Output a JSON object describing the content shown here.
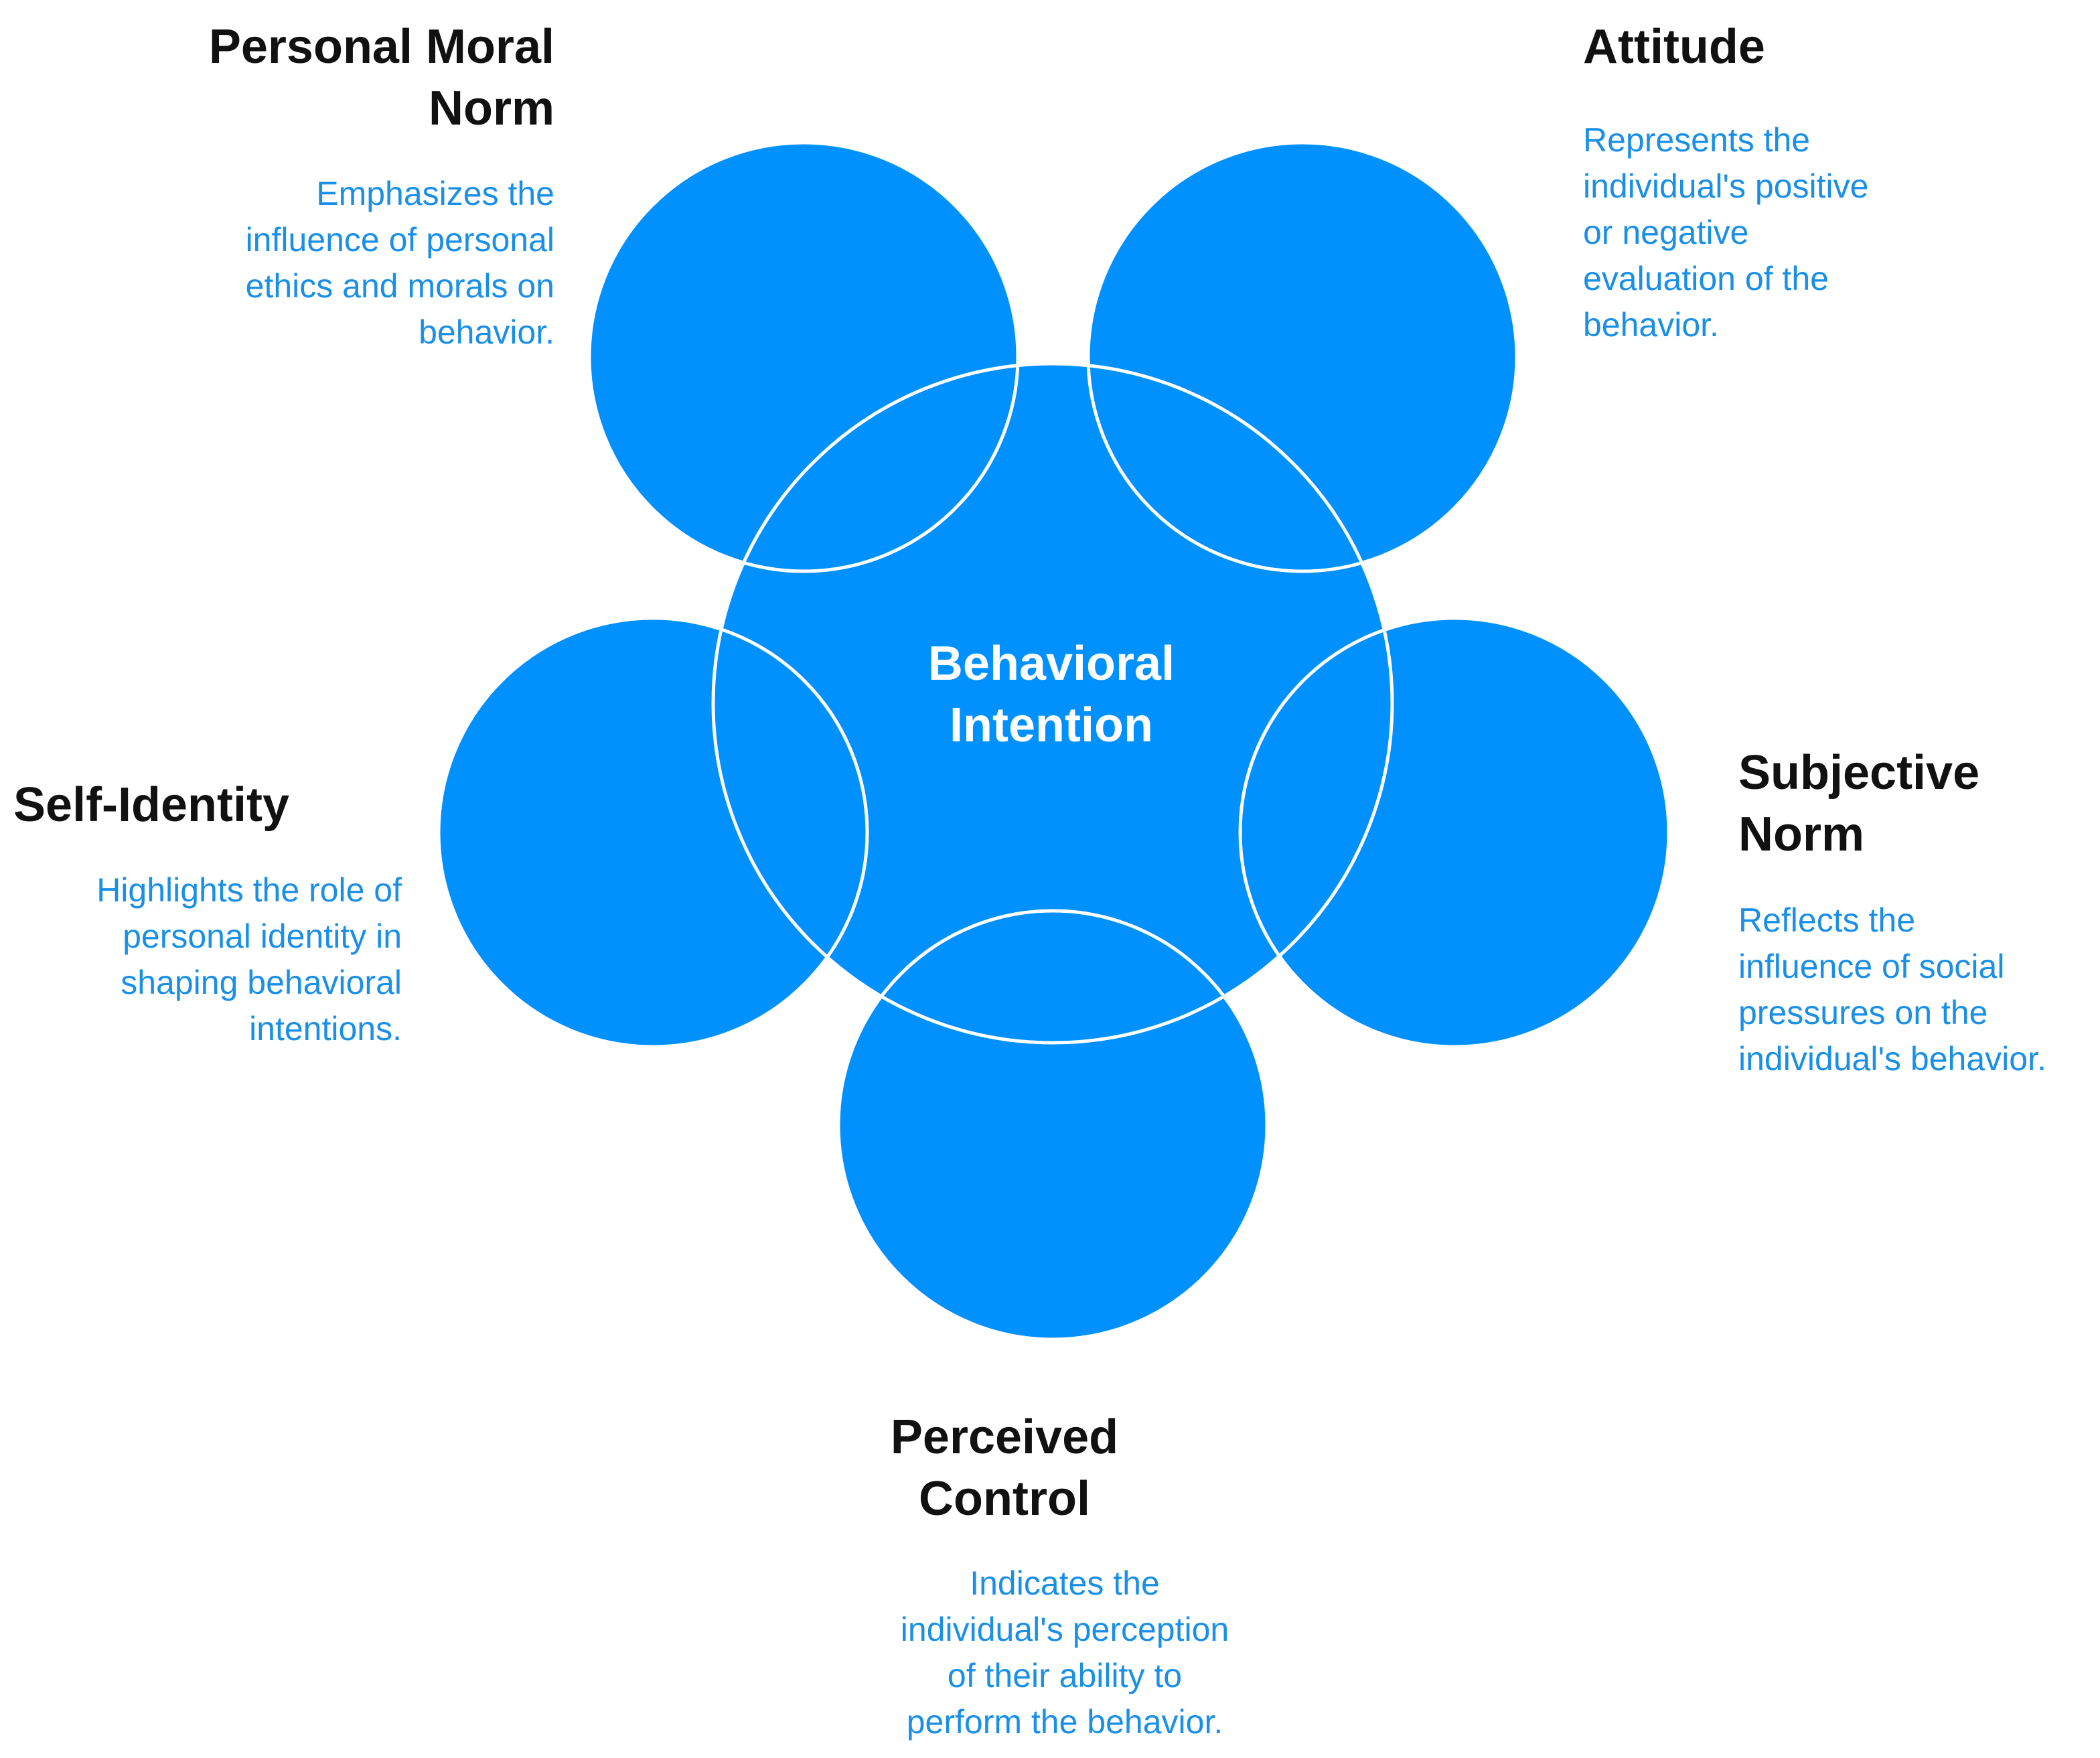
{
  "colors": {
    "circle_fill": "#0091ff",
    "circle_stroke": "#ffffff",
    "title_text": "#111111",
    "description_text": "#1a8fe8",
    "center_text": "#ffffff"
  },
  "center": {
    "label": "Behavioral\nIntention"
  },
  "factors": {
    "personal_moral_norm": {
      "title": "Personal Moral\nNorm",
      "description": "Emphasizes the\ninfluence of personal\nethics and morals on\nbehavior."
    },
    "attitude": {
      "title": "Attitude",
      "description": "Represents the\nindividual's positive\nor negative\nevaluation of the\nbehavior."
    },
    "self_identity": {
      "title": "Self-Identity",
      "description": "Highlights the role of\npersonal identity in\nshaping behavioral\nintentions."
    },
    "subjective_norm": {
      "title": "Subjective\nNorm",
      "description": "Reflects the\ninfluence of social\npressures on the\nindividual's behavior."
    },
    "perceived_control": {
      "title": "Perceived\nControl",
      "description": "Indicates the\nindividual's perception\nof their ability to\nperform the behavior."
    }
  }
}
